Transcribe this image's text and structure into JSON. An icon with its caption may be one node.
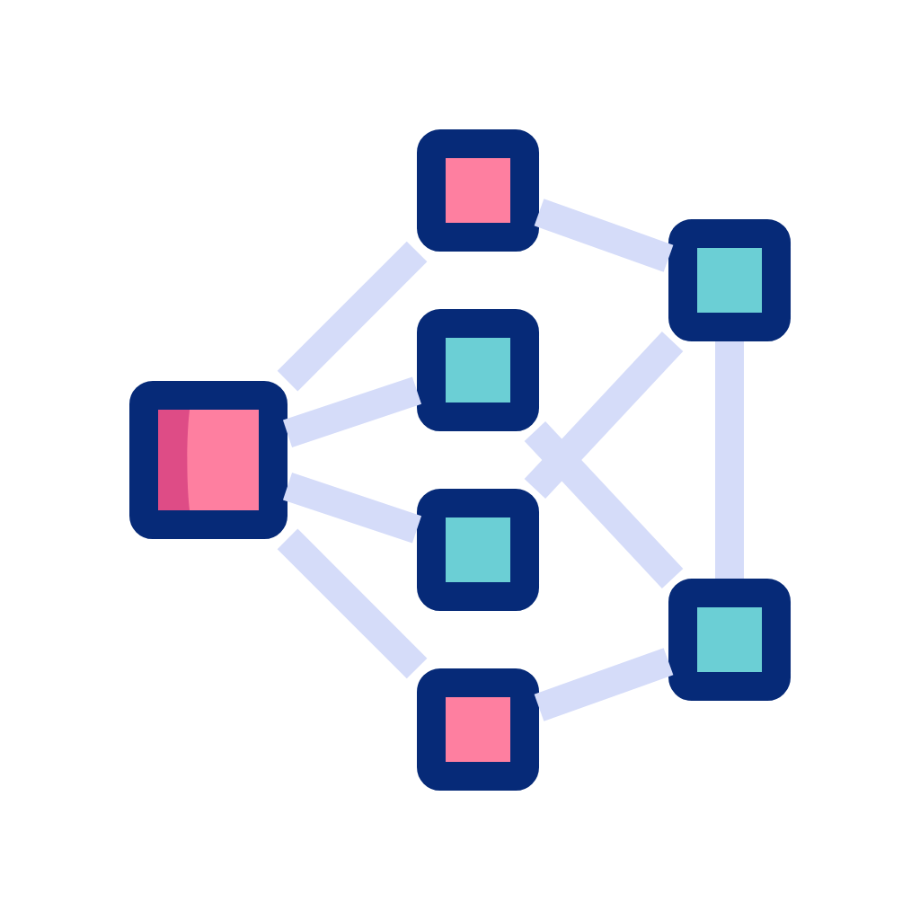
{
  "diagram": {
    "nodes": [
      {
        "text": [],
        "shape": "box"
      },
      {
        "text": [],
        "shape": "box"
      },
      {
        "text": [],
        "shape": "box"
      },
      {
        "text": [],
        "shape": "box"
      },
      {
        "text": [],
        "shape": "box"
      },
      {
        "text": [],
        "shape": "box"
      },
      {
        "text": [],
        "shape": "box"
      }
    ],
    "edges": [
      {
        "from": 0,
        "to": 1,
        "arrow": "none"
      },
      {
        "from": 0,
        "to": 2,
        "arrow": "none"
      },
      {
        "from": 0,
        "to": 3,
        "arrow": "none"
      },
      {
        "from": 0,
        "to": 4,
        "arrow": "none"
      },
      {
        "from": 1,
        "to": 5,
        "arrow": "none"
      },
      {
        "from": 4,
        "to": 6,
        "arrow": "none"
      },
      {
        "from": 5,
        "to": 6,
        "arrow": "none"
      },
      {
        "from": 2,
        "to": 6,
        "arrow": "none"
      },
      {
        "from": 3,
        "to": 5,
        "arrow": "none"
      }
    ]
  }
}
